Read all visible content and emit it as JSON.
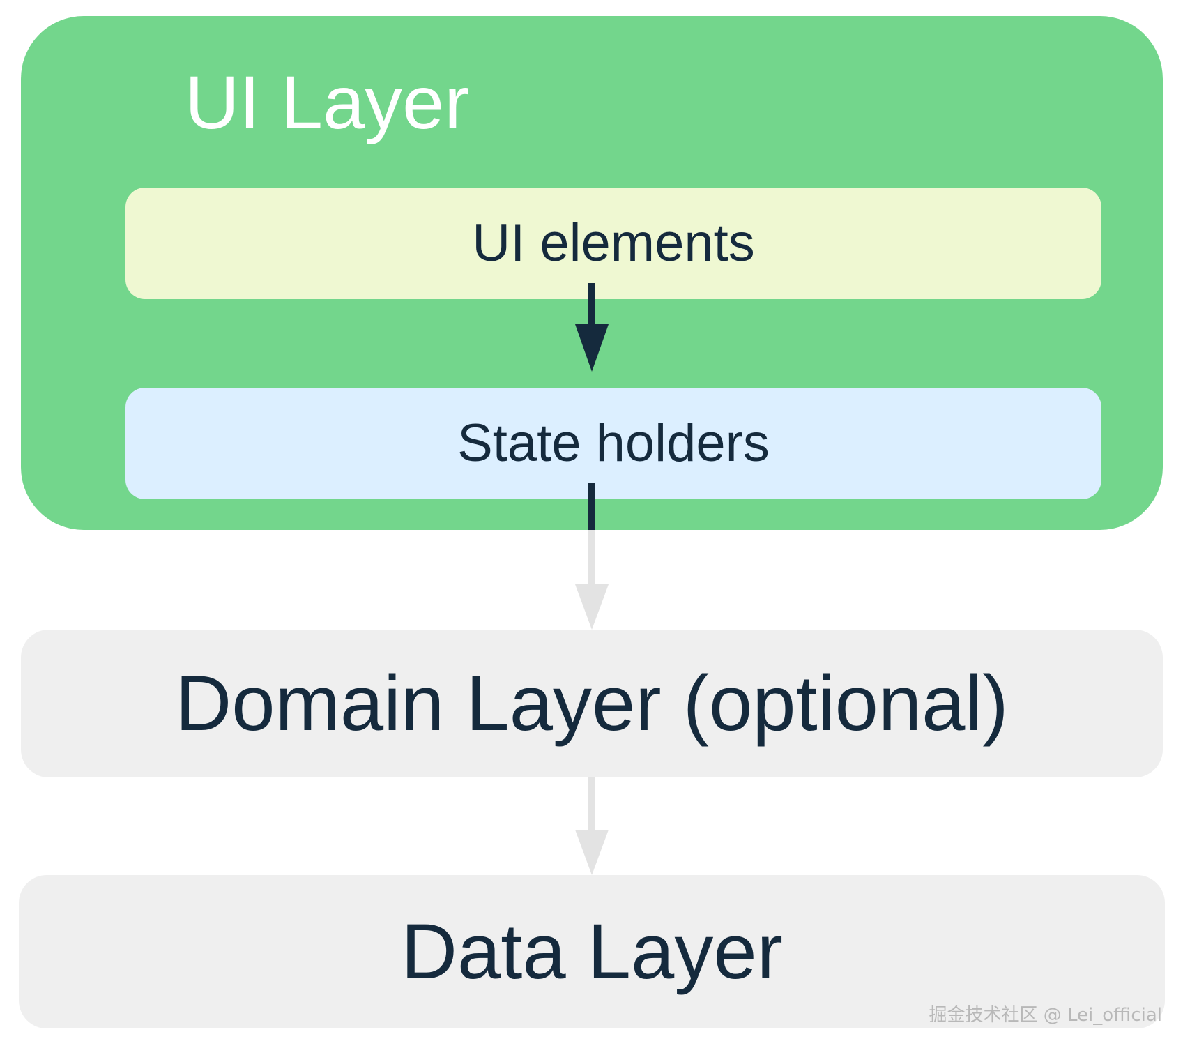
{
  "diagram": {
    "ui_layer": {
      "title": "UI Layer",
      "ui_elements": "UI elements",
      "state_holders": "State holders"
    },
    "domain_layer": "Domain Layer (optional)",
    "data_layer": "Data Layer"
  },
  "watermark": "掘金技术社区 @ Lei_official",
  "colors": {
    "ui_layer_bg": "#73d68c",
    "ui_elements_bg": "#eff8d2",
    "state_holders_bg": "#dcefff",
    "grey_layer_bg": "#efefef",
    "dark_text": "#152a3d",
    "dark_arrow": "#152a3d",
    "light_arrow": "#e3e3e3"
  }
}
